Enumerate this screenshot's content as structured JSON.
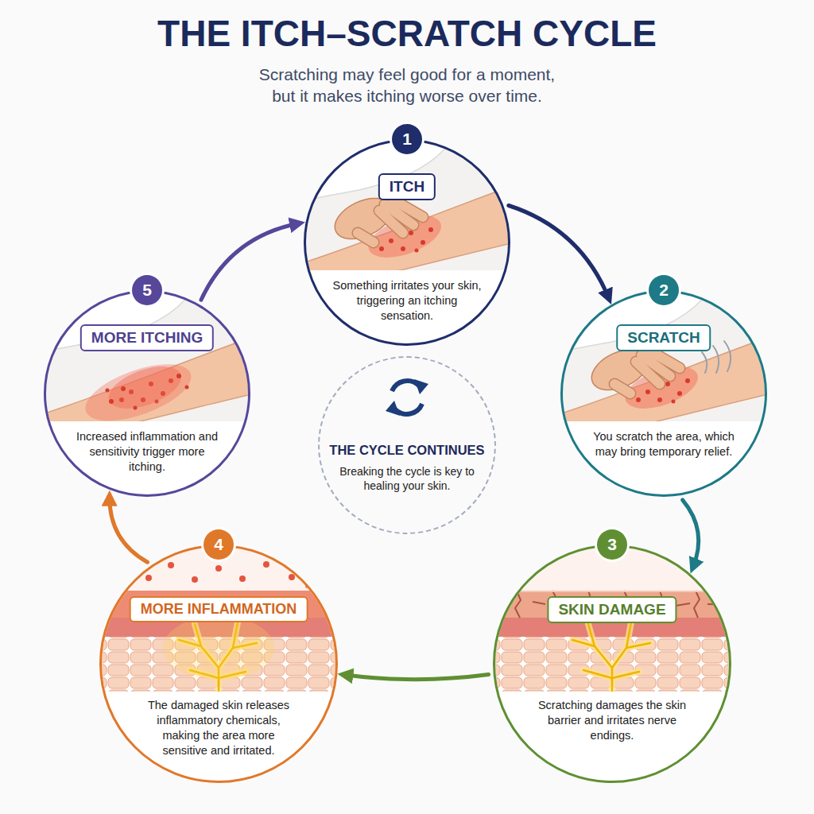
{
  "diagram": {
    "title": "THE ITCH–SCRATCH CYCLE",
    "nodes": [
      {
        "text": [
          "1",
          "ITCH",
          "Something irritates your skin, triggering an itching sensation."
        ]
      },
      {
        "text": [
          "2",
          "SCRATCH",
          "You scratch the area, which may bring temporary relief."
        ]
      },
      {
        "text": [
          "3",
          "SKIN DAMAGE",
          "Scratching damages the skin barrier and irritates nerve endings."
        ]
      },
      {
        "text": [
          "4",
          "MORE INFLAMMATION",
          "The damaged skin releases inflammatory chemicals, making the area more sensitive and irritated."
        ]
      },
      {
        "text": [
          "5",
          "MORE ITCHING",
          "Increased inflammation and sensitivity trigger more itching."
        ]
      },
      {
        "text": [
          "THE CYCLE CONTINUES",
          "Breaking the cycle is key to healing your skin."
        ]
      }
    ],
    "edges": [
      {
        "from": 0,
        "to": 1,
        "arrow": "to"
      },
      {
        "from": 1,
        "to": 2,
        "arrow": "to"
      },
      {
        "from": 2,
        "to": 3,
        "arrow": "to"
      },
      {
        "from": 3,
        "to": 4,
        "arrow": "to"
      },
      {
        "from": 4,
        "to": 0,
        "arrow": "to"
      }
    ],
    "labels": [
      "Scratching may feel good for a moment, but it makes itching worse over time."
    ]
  }
}
